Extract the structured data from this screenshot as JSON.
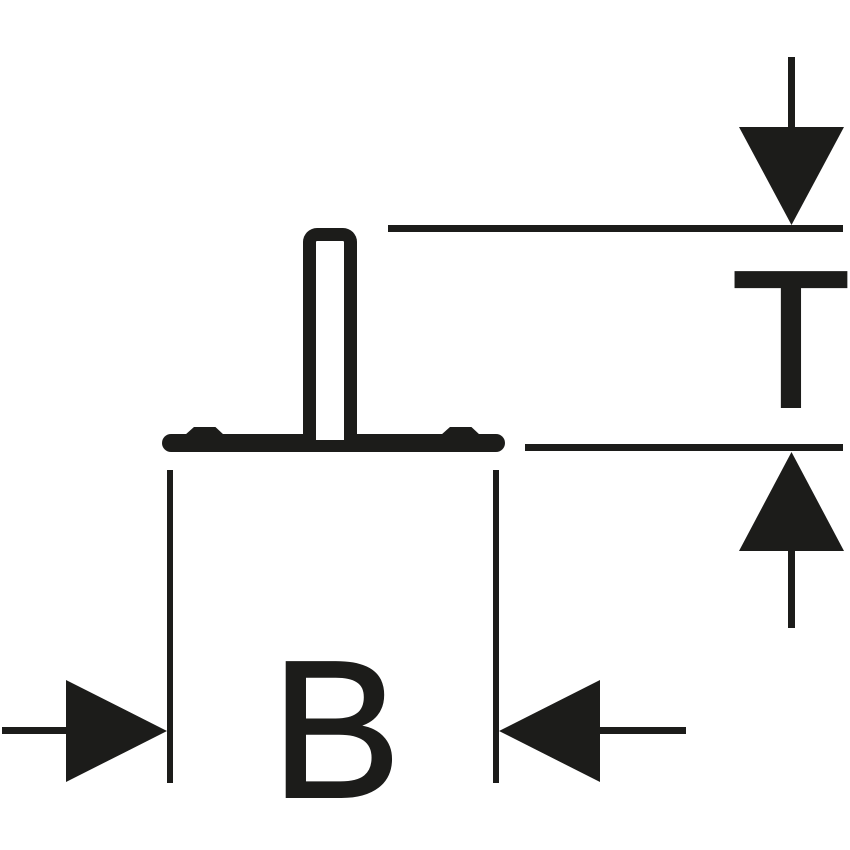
{
  "figure": {
    "type": "technical-dimension-diagram",
    "description": "Cross-section of a flat base plate with two small ribs and a central vertical tab, annotated with height dimension T and width dimension B",
    "background_color": "#ffffff",
    "ink_color": "#1c1c1a",
    "dimensions": {
      "t": {
        "label": "T",
        "orientation": "vertical",
        "measures": "height from top of vertical tab to bottom of base plate"
      },
      "b": {
        "label": "B",
        "orientation": "horizontal",
        "measures": "width of base plate"
      }
    }
  }
}
